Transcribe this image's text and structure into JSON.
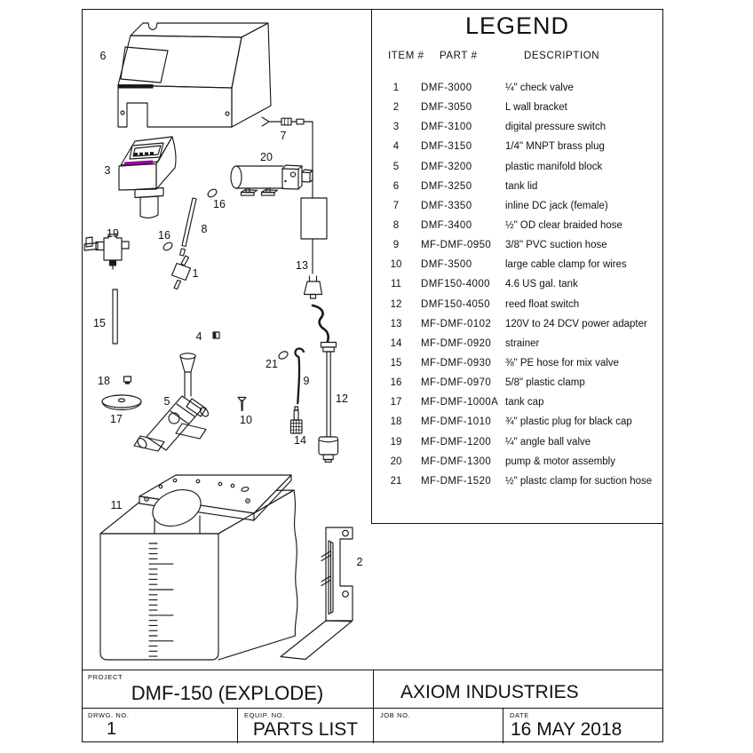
{
  "accent": {
    "stripe_color": "#9b009b",
    "line_color": "#1a1a1a"
  },
  "legend": {
    "title": "LEGEND",
    "columns": {
      "item": "ITEM #",
      "part": "PART #",
      "desc": "DESCRIPTION"
    },
    "rows": [
      {
        "item": "1",
        "part": "DMF-3000",
        "desc": "¼\" check valve"
      },
      {
        "item": "2",
        "part": "DMF-3050",
        "desc": "L wall bracket"
      },
      {
        "item": "3",
        "part": "DMF-3100",
        "desc": "digital pressure switch"
      },
      {
        "item": "4",
        "part": "DMF-3150",
        "desc": "1/4\" MNPT brass plug"
      },
      {
        "item": "5",
        "part": "DMF-3200",
        "desc": "plastic manifold block"
      },
      {
        "item": "6",
        "part": "DMF-3250",
        "desc": "tank lid"
      },
      {
        "item": "7",
        "part": "DMF-3350",
        "desc": "inline DC jack (female)"
      },
      {
        "item": "8",
        "part": "DMF-3400",
        "desc": "½\" OD clear braided hose"
      },
      {
        "item": "9",
        "part": "MF-DMF-0950",
        "desc": "3/8\" PVC suction hose"
      },
      {
        "item": "10",
        "part": "DMF-3500",
        "desc": "large cable clamp for wires"
      },
      {
        "item": "11",
        "part": "DMF150-4000",
        "desc": "4.6 US gal. tank"
      },
      {
        "item": "12",
        "part": "DMF150-4050",
        "desc": "reed float switch"
      },
      {
        "item": "13",
        "part": "MF-DMF-0102",
        "desc": "120V to 24 DCV power adapter"
      },
      {
        "item": "14",
        "part": "MF-DMF-0920",
        "desc": "strainer"
      },
      {
        "item": "15",
        "part": "MF-DMF-0930",
        "desc": "⅜\" PE hose for mix valve"
      },
      {
        "item": "16",
        "part": "MF-DMF-0970",
        "desc": "5/8\" plastic clamp"
      },
      {
        "item": "17",
        "part": "MF-DMF-1000A",
        "desc": "tank cap"
      },
      {
        "item": "18",
        "part": "MF-DMF-1010",
        "desc": "¾\" plastic plug for black cap"
      },
      {
        "item": "19",
        "part": "MF-DMF-1200",
        "desc": "¼\" angle ball valve"
      },
      {
        "item": "20",
        "part": "MF-DMF-1300",
        "desc": "pump & motor assembly"
      },
      {
        "item": "21",
        "part": "MF-DMF-1520",
        "desc": "½\" plastc clamp for suction hose"
      }
    ]
  },
  "title_block": {
    "project_label": "PROJECT",
    "project_value": "DMF-150 (EXPLODE)",
    "company": "AXIOM INDUSTRIES",
    "drwg_label": "DRWG. NO.",
    "drwg_value": "1",
    "equip_label": "EQUIP. NO.",
    "equip_value": "PARTS LIST",
    "job_label": "JOB NO.",
    "job_value": "",
    "date_label": "DATE",
    "date_value": "16 MAY 2018"
  },
  "drawing": {
    "callouts": {
      "c6": "6",
      "c3": "3",
      "c19": "19",
      "c16a": "16",
      "c16b": "16",
      "c8": "8",
      "c1": "1",
      "c15": "15",
      "c4": "4",
      "c18": "18",
      "c17": "17",
      "c5": "5",
      "c10": "10",
      "c21": "21",
      "c9": "9",
      "c14": "14",
      "c12": "12",
      "c13": "13",
      "c7": "7",
      "c20": "20",
      "c11": "11",
      "c2": "2"
    }
  }
}
